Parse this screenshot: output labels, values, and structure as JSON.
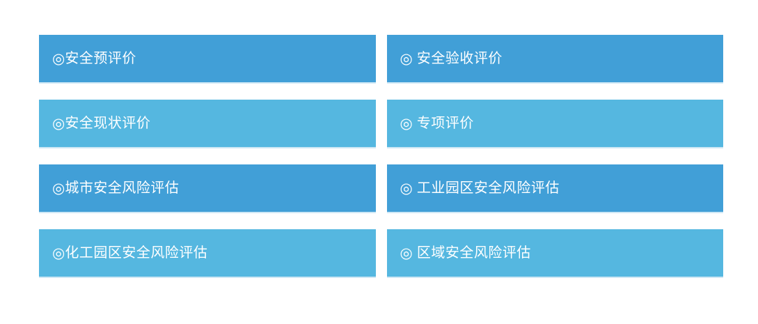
{
  "colors": {
    "bar_dark": "#419fd7",
    "bar_light": "#55b7e0",
    "text": "#ffffff",
    "edge": "#cfe8f5",
    "page_bg": "#ffffff"
  },
  "items": [
    {
      "bullet": "◎",
      "label": "安全预评价",
      "tone": "dark"
    },
    {
      "bullet": "◎",
      "label": " 安全验收评价",
      "tone": "dark"
    },
    {
      "bullet": "◎",
      "label": "安全现状评价",
      "tone": "light"
    },
    {
      "bullet": "◎",
      "label": " 专项评价",
      "tone": "light"
    },
    {
      "bullet": "◎",
      "label": "城市安全风险评估",
      "tone": "dark"
    },
    {
      "bullet": "◎",
      "label": " 工业园区安全风险评估",
      "tone": "dark"
    },
    {
      "bullet": "◎",
      "label": "化工园区安全风险评估",
      "tone": "light"
    },
    {
      "bullet": "◎",
      "label": " 区域安全风险评估",
      "tone": "light"
    }
  ]
}
